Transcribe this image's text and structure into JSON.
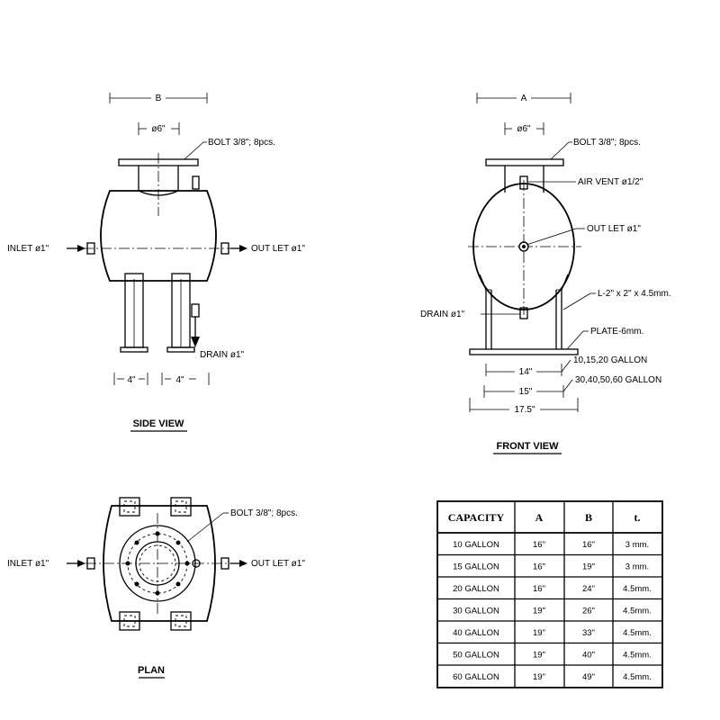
{
  "side_view": {
    "title": "SIDE VIEW",
    "dim_b": "B",
    "dim_neck": "ø6\"",
    "bolt": "BOLT 3/8\"; 8pcs.",
    "inlet": "INLET ø1\"",
    "outlet": "OUT LET ø1\"",
    "drain": "DRAIN ø1\"",
    "dim_left": "4\"",
    "dim_right": "4\""
  },
  "front_view": {
    "title": "FRONT VIEW",
    "dim_a": "A",
    "dim_neck": "ø6\"",
    "bolt": "BOLT 3/8\"; 8pcs.",
    "air_vent": "AIR VENT ø1/2\"",
    "outlet": "OUT LET ø1\"",
    "angle": "L-2\" x 2\" x 4.5mm.",
    "drain": "DRAIN ø1\"",
    "plate": "PLATE-6mm.",
    "dim_14": "14\"",
    "dim_15": "15\"",
    "dim_175": "17.5\"",
    "cap_small": "10,15,20 GALLON",
    "cap_large": "30,40,50,60 GALLON"
  },
  "plan": {
    "title": "PLAN",
    "bolt": "BOLT 3/8\"; 8pcs.",
    "inlet": "INLET ø1\"",
    "outlet": "OUT LET ø1\""
  },
  "table": {
    "headers": [
      "CAPACITY",
      "A",
      "B",
      "t."
    ],
    "rows": [
      [
        "10 GALLON",
        "16\"",
        "16\"",
        "3 mm."
      ],
      [
        "15 GALLON",
        "16\"",
        "19\"",
        "3 mm."
      ],
      [
        "20 GALLON",
        "16\"",
        "24\"",
        "4.5mm."
      ],
      [
        "30 GALLON",
        "19\"",
        "26\"",
        "4.5mm."
      ],
      [
        "40 GALLON",
        "19\"",
        "33\"",
        "4.5mm."
      ],
      [
        "50 GALLON",
        "19\"",
        "40\"",
        "4.5mm."
      ],
      [
        "60 GALLON",
        "19\"",
        "49\"",
        "4.5mm."
      ]
    ]
  }
}
